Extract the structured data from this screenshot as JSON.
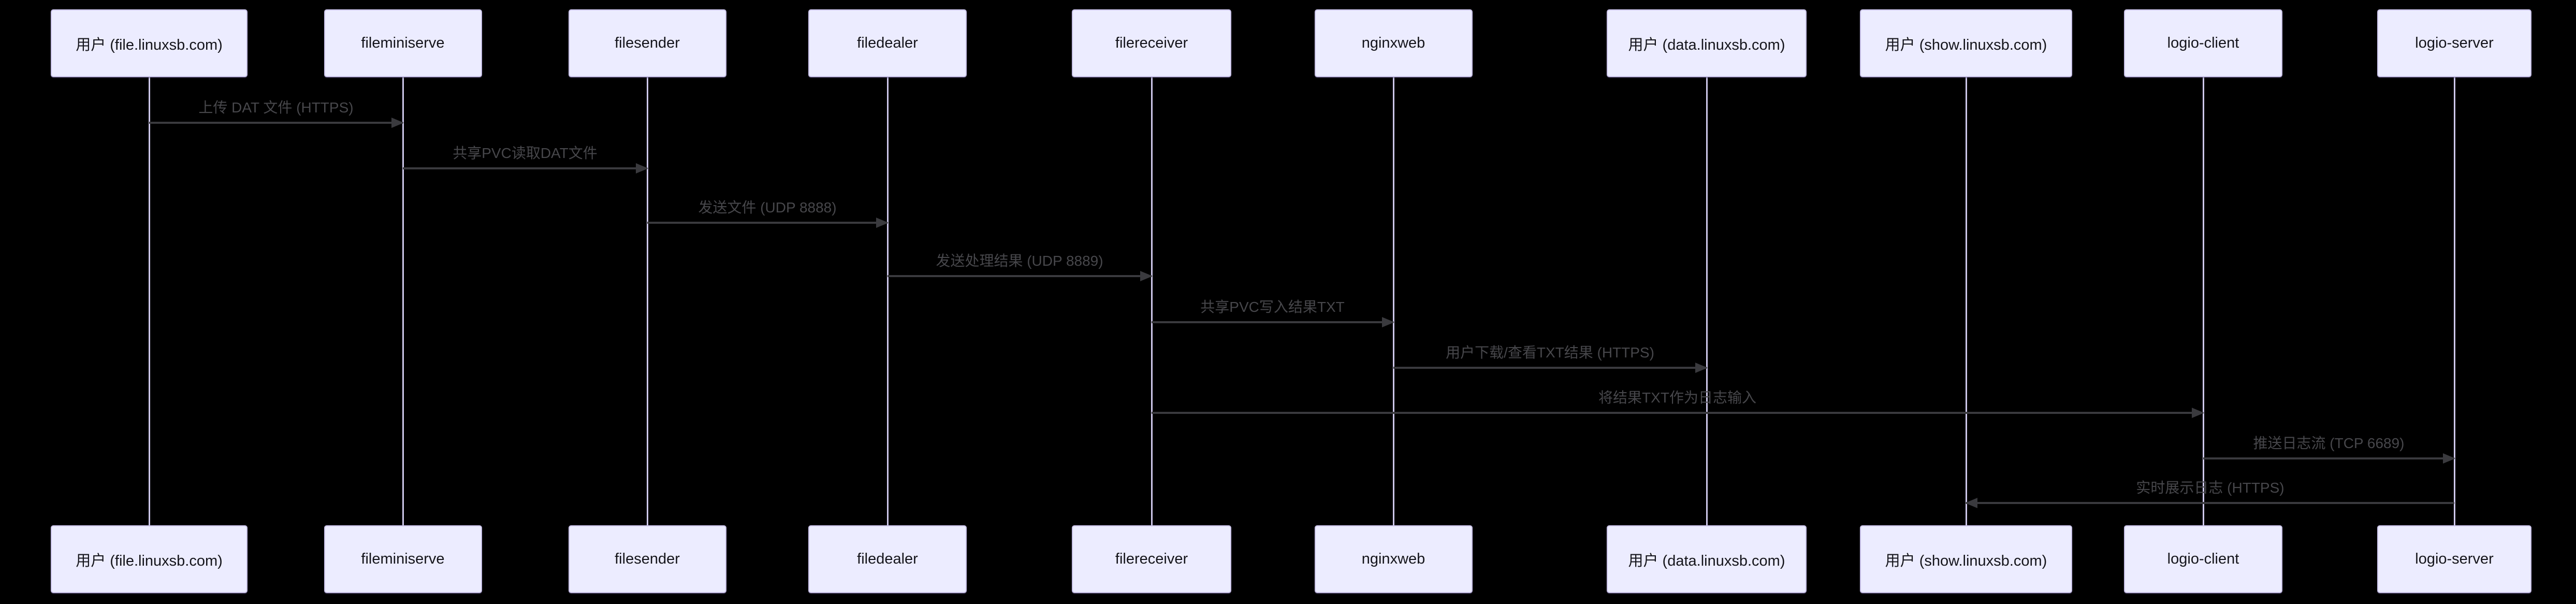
{
  "diagram": {
    "type": "sequence-diagram",
    "background": "#000000"
  },
  "colors": {
    "actor_fill": "#ECECFF",
    "actor_border": "#C7C0E6",
    "actor_text": "#14141A",
    "lifeline": "#CDC7EA",
    "arrow": "#3A3A3E",
    "message_text": "#47474B"
  },
  "actors": [
    {
      "id": "user-file",
      "label": "用户 (file.linuxsb.com)"
    },
    {
      "id": "fileminiserve",
      "label": "fileminiserve"
    },
    {
      "id": "filesender",
      "label": "filesender"
    },
    {
      "id": "filedealer",
      "label": "filedealer"
    },
    {
      "id": "filereceiver",
      "label": "filereceiver"
    },
    {
      "id": "nginxweb",
      "label": "nginxweb"
    },
    {
      "id": "user-data",
      "label": "用户 (data.linuxsb.com)"
    },
    {
      "id": "user-show",
      "label": "用户 (show.linuxsb.com)"
    },
    {
      "id": "logio-client",
      "label": "logio-client"
    },
    {
      "id": "logio-server",
      "label": "logio-server"
    }
  ],
  "messages": [
    {
      "label": "上传 DAT 文件 (HTTPS)",
      "from": 0,
      "to": 1,
      "direction": "right"
    },
    {
      "label": "共享PVC读取DAT文件",
      "from": 1,
      "to": 2,
      "direction": "right"
    },
    {
      "label": "发送文件 (UDP 8888)",
      "from": 2,
      "to": 3,
      "direction": "right"
    },
    {
      "label": "发送处理结果 (UDP 8889)",
      "from": 3,
      "to": 4,
      "direction": "right"
    },
    {
      "label": "共享PVC写入结果TXT",
      "from": 4,
      "to": 5,
      "direction": "right"
    },
    {
      "label": "用户下载/查看TXT结果 (HTTPS)",
      "from": 5,
      "to": 6,
      "direction": "right"
    },
    {
      "label": "将结果TXT作为日志输入",
      "from": 4,
      "to": 8,
      "direction": "right"
    },
    {
      "label": "推送日志流 (TCP 6689)",
      "from": 8,
      "to": 9,
      "direction": "right"
    },
    {
      "label": "实时展示日志 (HTTPS)",
      "from": 9,
      "to": 7,
      "direction": "left"
    }
  ]
}
